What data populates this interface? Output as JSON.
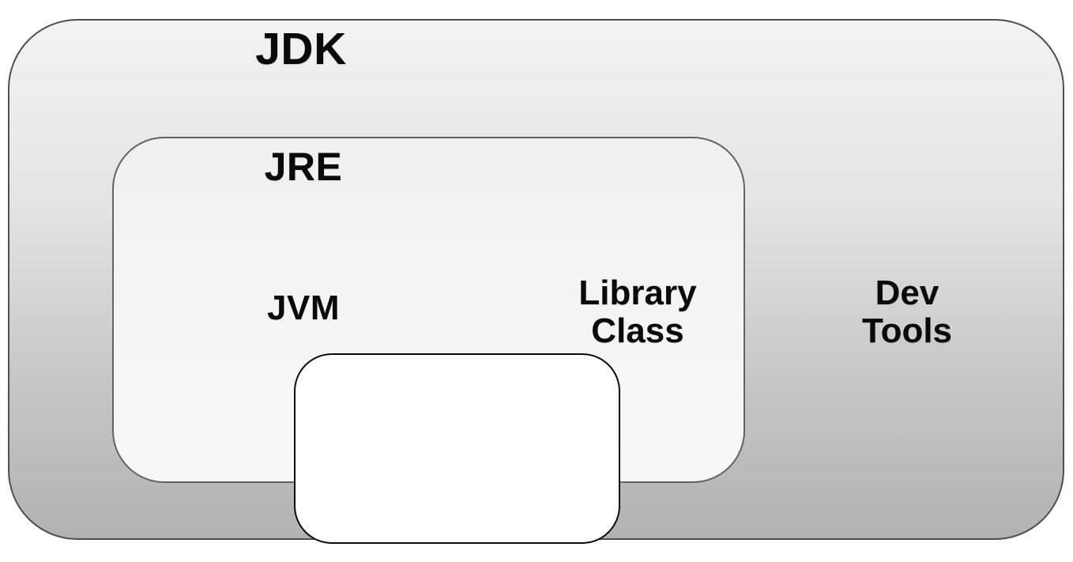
{
  "diagram": {
    "title": "JDK / JRE / JVM nesting diagram",
    "jdk": {
      "label": "JDK"
    },
    "jre": {
      "label": "JRE"
    },
    "jvm": {
      "label": "JVM"
    },
    "library_class": {
      "line1": "Library",
      "line2": "Class"
    },
    "dev_tools": {
      "line1": "Dev",
      "line2": "Tools"
    },
    "colors": {
      "jdk_fill_top": "#f3f3f3",
      "jdk_fill_bottom": "#b2b2b2",
      "jdk_border": "#4f4f4f",
      "jre_fill_top": "#f0f0f0",
      "jre_fill_bottom": "#f7f7f7",
      "jre_border": "#636363",
      "jvm_fill": "#ffffff",
      "jvm_border": "#0c0c0c",
      "text": "#0a0a0a",
      "page_background": "#ffffff"
    }
  }
}
